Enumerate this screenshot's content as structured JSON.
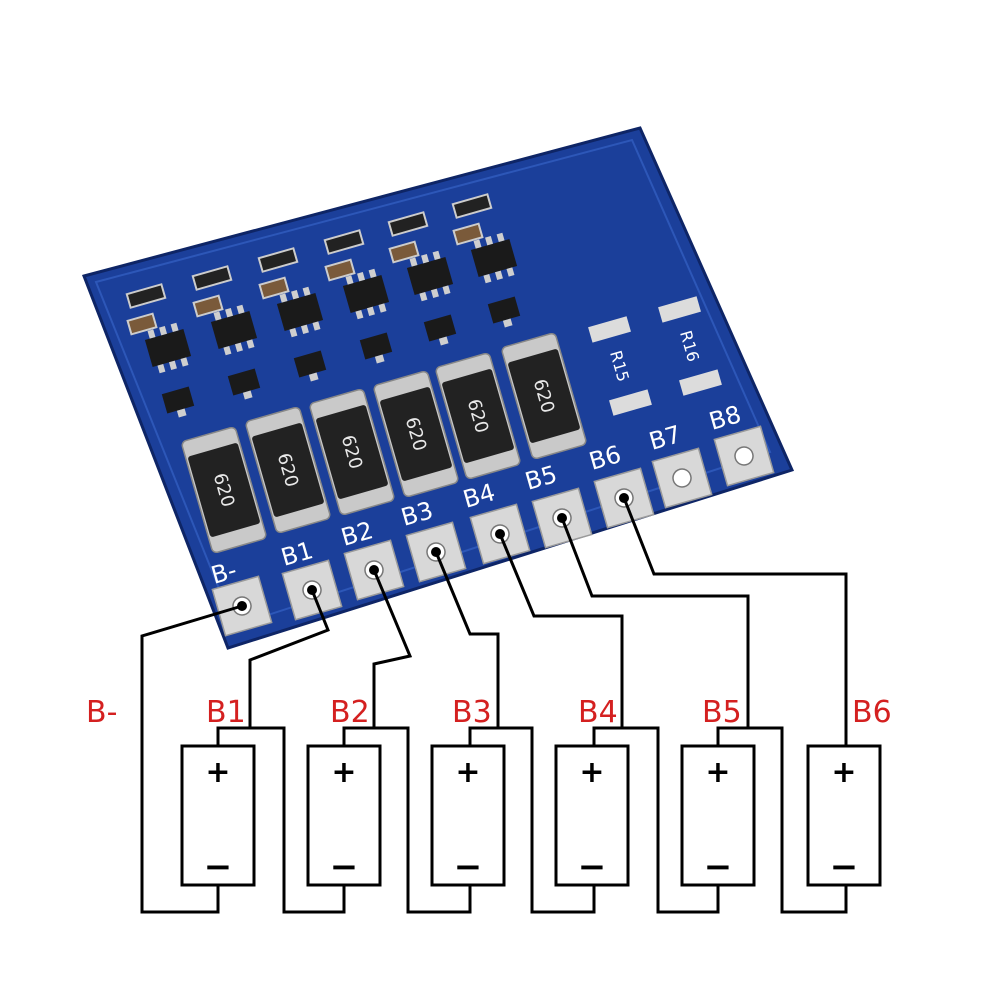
{
  "board": {
    "pad_labels": [
      "B-",
      "B1",
      "B2",
      "B3",
      "B4",
      "B5",
      "B6",
      "B7",
      "B8"
    ],
    "resistor_markings": [
      "620",
      "620",
      "620",
      "620",
      "620",
      "620"
    ],
    "aux_resistors": [
      "R15",
      "R16"
    ],
    "colors": {
      "board": "#1b3f9a",
      "pad": "#d8d8d8",
      "resistor": "#222222"
    }
  },
  "wiring": {
    "labels": [
      "B-",
      "B1",
      "B2",
      "B3",
      "B4",
      "B5",
      "B6"
    ]
  },
  "cells": [
    {
      "plus": "+",
      "minus": "−"
    },
    {
      "plus": "+",
      "minus": "−"
    },
    {
      "plus": "+",
      "minus": "−"
    },
    {
      "plus": "+",
      "minus": "−"
    },
    {
      "plus": "+",
      "minus": "−"
    },
    {
      "plus": "+",
      "minus": "−"
    }
  ]
}
